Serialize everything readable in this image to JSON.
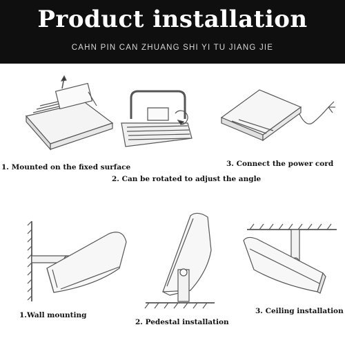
{
  "header": {
    "title": "Product installation",
    "subtitle": "CAHN PIN CAN ZHUANG SHI YI TU JIANG JIE"
  },
  "top_steps": [
    {
      "caption": "1. Mounted on the fixed surface"
    },
    {
      "caption": "2. Can be rotated to adjust the angle"
    },
    {
      "caption": "3. Connect the power cord"
    }
  ],
  "bottom_steps": [
    {
      "caption": "1.Wall mounting"
    },
    {
      "caption": "2. Pedestal installation"
    },
    {
      "caption": "3. Ceiling installation"
    }
  ],
  "colors": {
    "header_bg": "#0f0f0f",
    "title": "#ffffff",
    "line_art": "#555555"
  }
}
